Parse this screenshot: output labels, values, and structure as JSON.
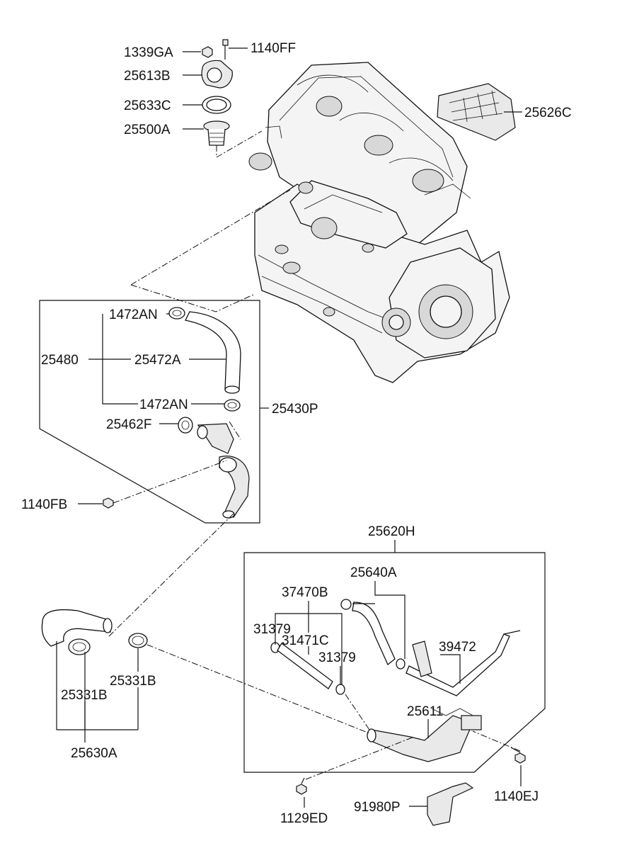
{
  "labels": {
    "l_1339GA": "1339GA",
    "l_1140FF": "1140FF",
    "l_25613B": "25613B",
    "l_25633C": "25633C",
    "l_25500A": "25500A",
    "l_25626C": "25626C",
    "l_1472AN_top": "1472AN",
    "l_25480": "25480",
    "l_25472A": "25472A",
    "l_1472AN_bot": "1472AN",
    "l_25430P": "25430P",
    "l_25462F": "25462F",
    "l_1140FB": "1140FB",
    "l_25620H": "25620H",
    "l_25640A": "25640A",
    "l_37470B": "37470B",
    "l_31379_left": "31379",
    "l_31471C": "31471C",
    "l_31379_right": "31379",
    "l_39472": "39472",
    "l_25331B_right": "25331B",
    "l_25331B_left": "25331B",
    "l_25611": "25611",
    "l_25630A": "25630A",
    "l_1140EJ": "1140EJ",
    "l_1129ED": "1129ED",
    "l_91980P": "91980P"
  }
}
